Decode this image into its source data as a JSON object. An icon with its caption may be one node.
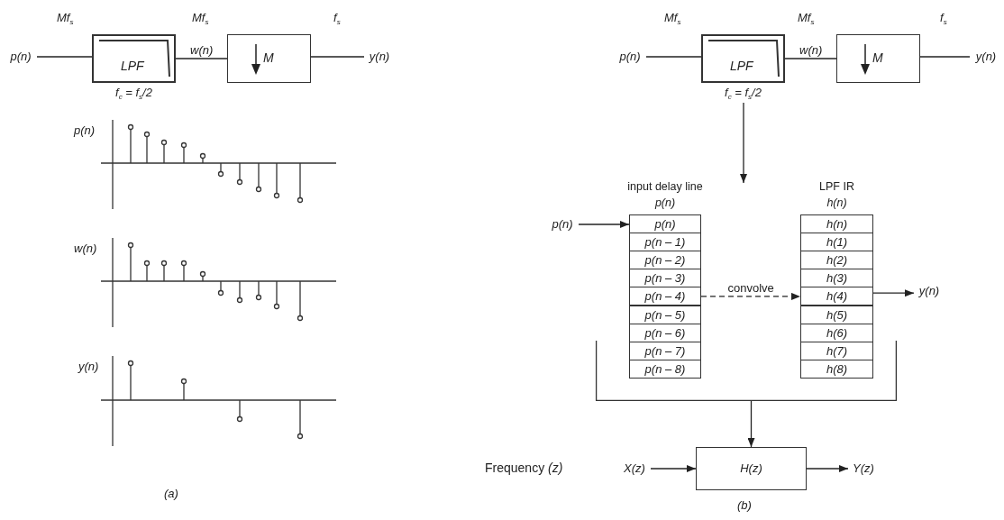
{
  "diagram": {
    "nodes": [
      {
        "text": [
          "p(n)"
        ]
      },
      {
        "text": [
          "LPF"
        ],
        "beside": [
          "f$_{c}$ = f$_{s}$/2"
        ]
      },
      {
        "text": [
          "M"
        ]
      },
      {
        "text": [
          "y(n)"
        ]
      },
      {
        "text": [
          "p(n)"
        ]
      },
      {
        "text": [
          "LPF"
        ],
        "beside": [
          "f$_{c}$ = f$_{s}$/2"
        ]
      },
      {
        "text": [
          "M"
        ]
      },
      {
        "text": [
          "y(n)"
        ]
      },
      {
        "text": [
          "input delay line",
          "p(n)"
        ]
      },
      {
        "text": [
          "p(n)"
        ],
        "in": 8
      },
      {
        "text": [
          "p(n – 1)"
        ],
        "in": 8
      },
      {
        "text": [
          "p(n – 2)"
        ],
        "in": 8
      },
      {
        "text": [
          "p(n – 3)"
        ],
        "in": 8
      },
      {
        "text": [
          "p(n – 4)"
        ],
        "in": 8
      },
      {
        "text": [
          "p(n – 5)"
        ],
        "in": 8
      },
      {
        "text": [
          "p(n – 6)"
        ],
        "in": 8
      },
      {
        "text": [
          "p(n – 7)"
        ],
        "in": 8
      },
      {
        "text": [
          "p(n – 8)"
        ],
        "in": 8
      },
      {
        "text": [
          "LPF IR",
          "h(n)"
        ]
      },
      {
        "text": [
          "h(n)"
        ],
        "in": 18
      },
      {
        "text": [
          "h(1)"
        ],
        "in": 18
      },
      {
        "text": [
          "h(2)"
        ],
        "in": 18
      },
      {
        "text": [
          "h(3)"
        ],
        "in": 18
      },
      {
        "text": [
          "h(4)"
        ],
        "in": 18
      },
      {
        "text": [
          "h(5)"
        ],
        "in": 18
      },
      {
        "text": [
          "h(6)"
        ],
        "in": 18
      },
      {
        "text": [
          "h(7)"
        ],
        "in": 18
      },
      {
        "text": [
          "h(8)"
        ],
        "in": 18
      },
      {
        "text": [
          "p(n)"
        ]
      },
      {
        "text": [
          "y(n)"
        ]
      },
      {
        "text": [
          "X(z)"
        ]
      },
      {
        "text": [
          "H(z)"
        ]
      },
      {
        "text": [
          "Y(z)"
        ]
      },
      {
        "text": [],
        "shape": "bracket"
      }
    ],
    "edges": [
      {
        "from": 0,
        "to": 1,
        "arrow": "none"
      },
      {
        "from": 1,
        "to": 2,
        "arrow": "none",
        "label": "w(n)"
      },
      {
        "from": 2,
        "to": 3,
        "arrow": "none"
      },
      {
        "from": 4,
        "to": 5,
        "arrow": "none"
      },
      {
        "from": 5,
        "to": 6,
        "arrow": "none",
        "label": "w(n)"
      },
      {
        "from": 6,
        "to": 7,
        "arrow": "none"
      },
      {
        "from": 5,
        "to": null,
        "arrow": "to"
      },
      {
        "from": 28,
        "to": 9,
        "arrow": "to"
      },
      {
        "from": 13,
        "to": 23,
        "arrow": "to",
        "label": "convolve",
        "style": "dashed"
      },
      {
        "from": 23,
        "to": 29,
        "arrow": "to"
      },
      {
        "from": 33,
        "to": 31,
        "arrow": "to"
      },
      {
        "from": 30,
        "to": 31,
        "arrow": "to"
      },
      {
        "from": 31,
        "to": 32,
        "arrow": "to"
      }
    ],
    "labels": [
      "Mf$_{s}$",
      "Mf$_{s}$",
      "f$_{s}$",
      "Mf$_{s}$",
      "Mf$_{s}$",
      "f$_{s}$",
      "p(n)",
      "w(n)",
      "y(n)",
      "Frequency *(z)*",
      "(a)",
      "(b)"
    ]
  }
}
